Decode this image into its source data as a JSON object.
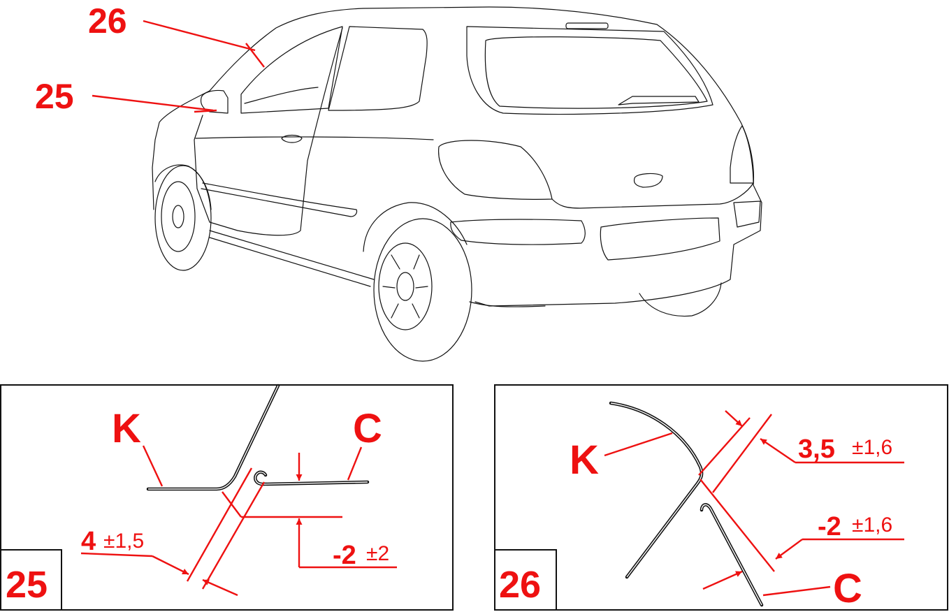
{
  "colors": {
    "accent": "#ee1111",
    "line": "#111111",
    "background": "#ffffff"
  },
  "callouts": {
    "top": "26",
    "side": "25"
  },
  "panel25": {
    "number": "25",
    "label_k": "K",
    "label_c": "C",
    "gap_value": "4",
    "gap_tol": "±1,5",
    "flush_value": "-2",
    "flush_tol": "±2"
  },
  "panel26": {
    "number": "26",
    "label_k": "K",
    "label_c": "C",
    "gap_value": "3,5",
    "gap_tol": "±1,6",
    "flush_value": "-2",
    "flush_tol": "±1,6"
  }
}
